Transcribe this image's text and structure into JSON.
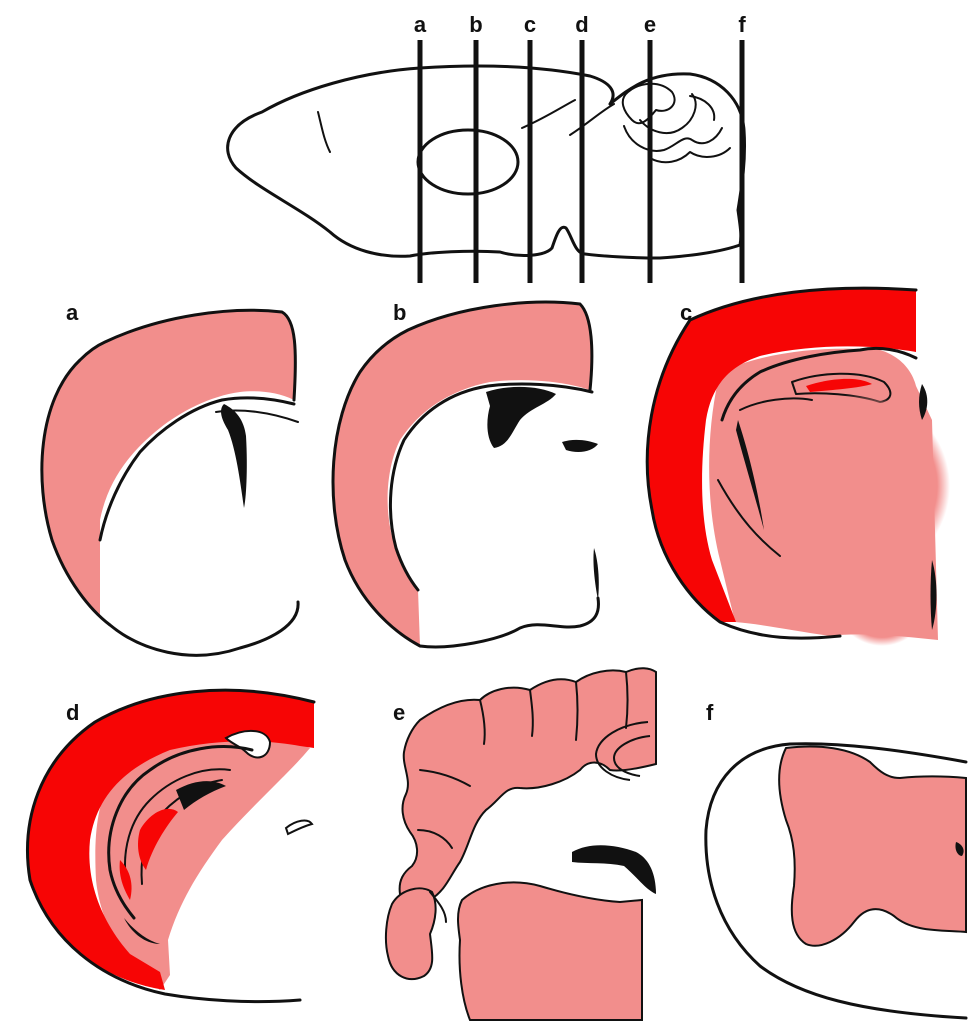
{
  "colors": {
    "light": "#f28e8c",
    "dark": "#f70505",
    "ink": "#111111",
    "background": "#ffffff"
  },
  "section_lines": [
    "a",
    "b",
    "c",
    "d",
    "e",
    "f"
  ],
  "panels": [
    {
      "label": "a"
    },
    {
      "label": "b"
    },
    {
      "label": "c"
    },
    {
      "label": "d"
    },
    {
      "label": "e"
    },
    {
      "label": "f"
    }
  ]
}
